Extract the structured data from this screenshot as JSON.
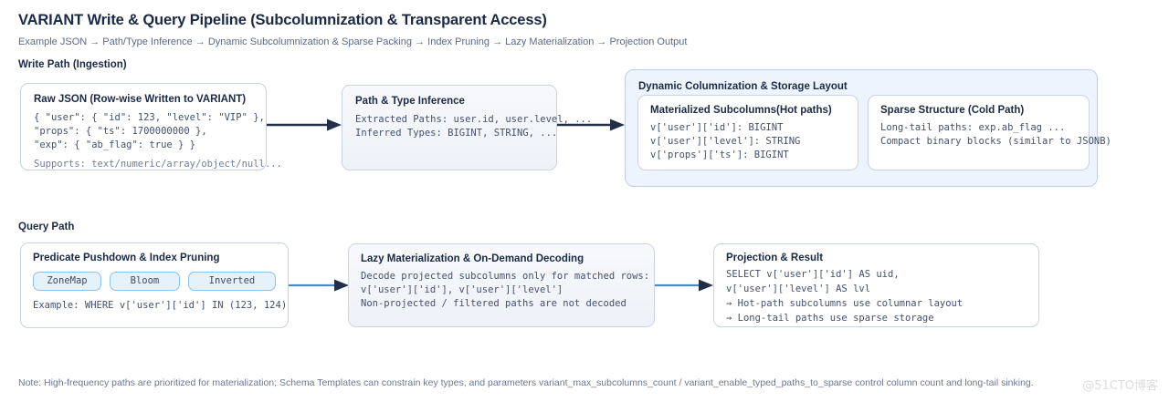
{
  "header": {
    "title": "VARIANT Write & Query Pipeline (Subcolumnization & Transparent Access)",
    "subtitle": "Example JSON → Path/Type Inference → Dynamic Subcolumnization & Sparse Packing → Index Pruning → Lazy Materialization → Projection Output"
  },
  "write_path": {
    "label": "Write Path (Ingestion)",
    "raw_json": {
      "title": "Raw JSON (Row-wise Written to VARIANT)",
      "lines": [
        "{ \"user\": { \"id\": 123, \"level\": \"VIP\" },",
        "\"props\": { \"ts\": 1700000000 },",
        "\"exp\": { \"ab_flag\": true } }"
      ],
      "supports": "Supports: text/numeric/array/object/null..."
    },
    "path_type": {
      "title": "Path & Type Inference",
      "lines": [
        "Extracted Paths: user.id, user.level, ...",
        "Inferred Types: BIGINT, STRING, ..."
      ]
    },
    "storage": {
      "title": "Dynamic Columnization & Storage Layout",
      "hot": {
        "title": "Materialized Subcolumns(Hot paths)",
        "lines": [
          "v['user']['id']: BIGINT",
          "v['user']['level']: STRING",
          "v['props']['ts']: BIGINT"
        ]
      },
      "cold": {
        "title": "Sparse Structure (Cold Path)",
        "lines": [
          "Long-tail paths: exp.ab_flag ...",
          "Compact binary blocks (similar to JSONB)"
        ]
      }
    }
  },
  "query_path": {
    "label": "Query Path",
    "pushdown": {
      "title": "Predicate Pushdown & Index Pruning",
      "badges": [
        "ZoneMap",
        "Bloom",
        "Inverted"
      ],
      "example": "Example: WHERE v['user']['id'] IN (123, 124)"
    },
    "lazy": {
      "title": "Lazy Materialization & On-Demand Decoding",
      "lines": [
        "Decode projected subcolumns only for matched rows:",
        "v['user']['id'], v['user']['level']",
        "Non-projected / filtered paths are not decoded"
      ]
    },
    "projection": {
      "title": "Projection & Result",
      "lines": [
        "SELECT v['user']['id'] AS uid,",
        "v['user']['level'] AS lvl",
        "→ Hot-path subcolumns use columnar layout",
        "→ Long-tail paths use sparse storage"
      ]
    }
  },
  "footer": {
    "note": "Note: High-frequency paths are prioritized for materialization; Schema Templates can constrain key types, and parameters variant_max_subcolumns_count / variant_enable_typed_paths_to_sparse control column count and long-tail sinking.",
    "watermark": "@51CTO博客"
  },
  "colors": {
    "write_arrow": "#232f49",
    "query_arrow": "#4a86d8",
    "group_fill": "#eef4fd",
    "group_border": "#bcd0ee",
    "badge_fill": "#e4f2fc",
    "badge_border": "#8fc2ea",
    "text_primary": "#1b2a44",
    "text_mono": "#44506b"
  }
}
